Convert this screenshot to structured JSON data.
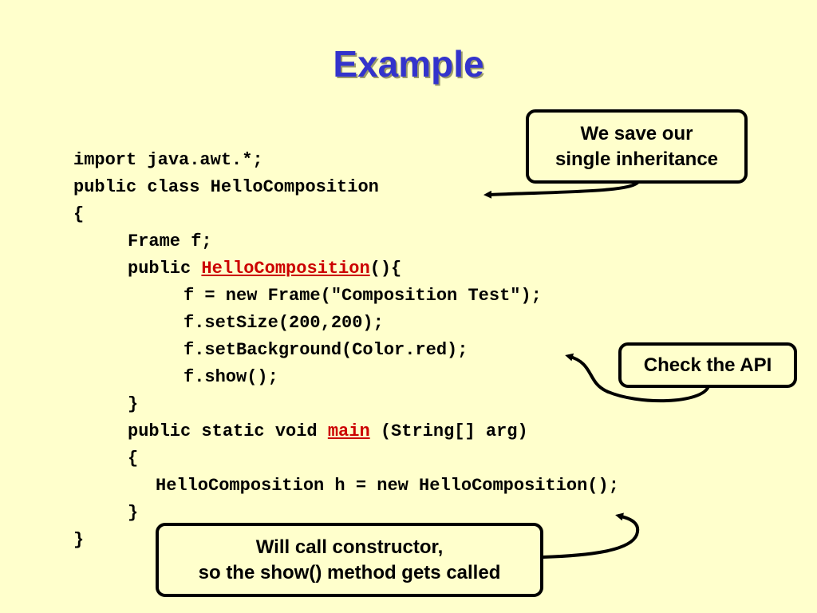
{
  "slide": {
    "title": "Example"
  },
  "code": {
    "lines": [
      "import java.awt.*;",
      "public class HelloComposition",
      "{",
      "Frame f;",
      "public ",
      "f = new Frame(\"Composition Test\");",
      "f.setSize(200,200);",
      "f.setBackground(Color.red);",
      "f.show();",
      "}",
      "public static void ",
      "{",
      "HelloComposition h = new HelloComposition();",
      "}",
      "}"
    ],
    "constructor_name": "HelloComposition",
    "constructor_suffix": "(){",
    "main_name": "main",
    "main_suffix": " (String[] arg)"
  },
  "callouts": {
    "inheritance": {
      "line1": "We save our",
      "line2": "single inheritance"
    },
    "api": {
      "text": "Check the API"
    },
    "constructor": {
      "line1": "Will call constructor,",
      "line2": "so the show() method gets called"
    }
  },
  "colors": {
    "background": "#ffffcc",
    "title": "#3333cc",
    "highlight": "#cc0000"
  }
}
